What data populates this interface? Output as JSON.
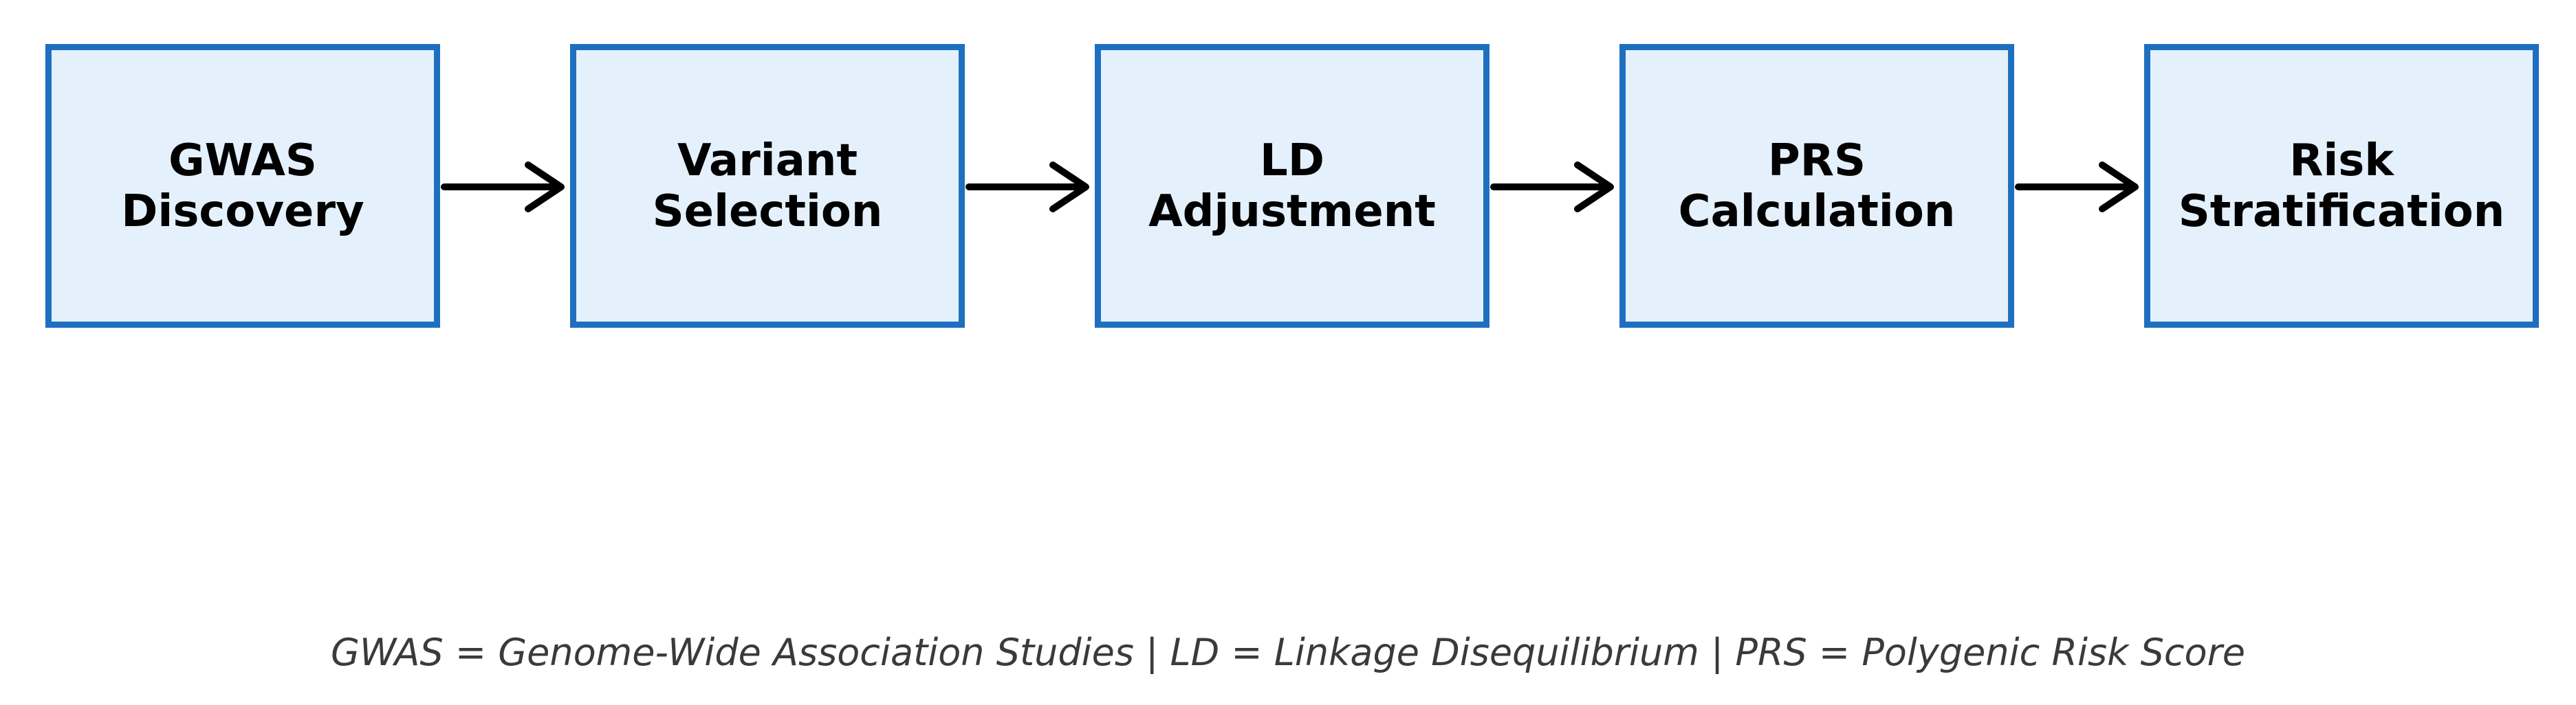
{
  "diagram": {
    "steps": [
      {
        "line1": "GWAS",
        "line2": "Discovery"
      },
      {
        "line1": "Variant",
        "line2": "Selection"
      },
      {
        "line1": "LD",
        "line2": "Adjustment"
      },
      {
        "line1": "PRS",
        "line2": "Calculation"
      },
      {
        "line1": "Risk",
        "line2": "Stratification"
      }
    ],
    "footnote": "GWAS = Genome-Wide Association Studies | LD = Linkage Disequilibrium | PRS = Polygenic Risk Score"
  },
  "colors": {
    "box_border": "#1f6fc1",
    "box_fill": "#e4f1fc",
    "arrow": "#000000",
    "footnote_text": "#3a3a3a"
  }
}
